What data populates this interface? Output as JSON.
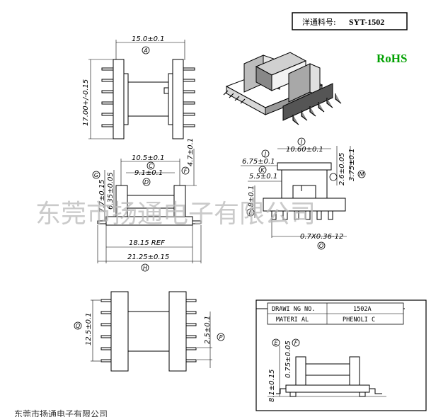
{
  "part_label": {
    "prefix": "洋通料号:",
    "number": "SYT-1502"
  },
  "rohs": {
    "text": "RoHS",
    "color": "#00a000"
  },
  "watermark": "东莞市扬通电子有限公司",
  "top_view": {
    "width_dim": "15.0±0.1",
    "width_ref": "A",
    "height_dim": "17.00+/-0.15"
  },
  "front_view": {
    "dim_c": "10.5±0.1",
    "ref_c": "C",
    "dim_d": "9.1±0.1",
    "ref_d": "D",
    "dim_f": "4.7±0.1",
    "ref_f": "F",
    "dim_g": "6.35±0.05",
    "ref_g": "G",
    "dim_left": "7.7±0.15",
    "dim_ref": "18.15 REF",
    "dim_h": "21.25±0.15",
    "ref_h": "H"
  },
  "side_view": {
    "dim_i": "10.60±0.1",
    "ref_i": "I",
    "dim_j": "6.75±0.1",
    "ref_j": "J",
    "dim_k": "5.5±0.1",
    "ref_k": "K",
    "dim_l": "7.8±0.1",
    "ref_l": "L",
    "dim_26": "2.6±0.05",
    "dim_m": "3.75±0.1",
    "ref_m": "M",
    "dim_o": "0.7X0.36-12",
    "ref_o": "O"
  },
  "bottom_view": {
    "dim_q": "12.5±0.1",
    "ref_q": "Q",
    "dim_p": "2.5±0.1",
    "ref_p": "P"
  },
  "title_block": {
    "drawing_no_label": "DRAWI NG NO.",
    "drawing_no_value": "1502A",
    "material_label": "MATERI AL",
    "material_value": "PHENOLI C"
  },
  "detail_view": {
    "ref_e": "E",
    "ref_f": "F",
    "dim_e": "0.75±0.05",
    "dim_height": "8.1±0.15"
  },
  "bottom_strip": "东莞市扬通电子有限公司"
}
